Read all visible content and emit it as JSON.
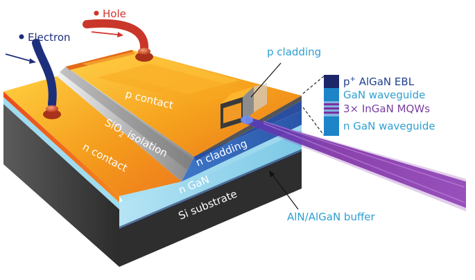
{
  "labels": {
    "hole": "Hole",
    "electron": "Electron",
    "p_cladding": "p cladding",
    "p_contact": "p contact",
    "sio2_main": "SiO",
    "sio2_sub": "2",
    "sio2_rest": " isolation",
    "n_contact": "n contact",
    "n_cladding": "n cladding",
    "n_gan": "n GaN",
    "si_substrate": "Si substrate",
    "buffer": "AlN/AlGaN buffer"
  },
  "legend": {
    "ebl_prefix": "p",
    "ebl_sup": "+",
    "ebl_rest": " AlGaN EBL",
    "waveguide": "GaN waveguide",
    "mqw": "3× InGaN MQWs",
    "n_waveguide": "n GaN waveguide"
  },
  "colors": {
    "hole": "#d3322c",
    "electron": "#1d2f7c",
    "contact_orange": "#f39a1c",
    "cladding_blue": "#2e62b8",
    "gan_light": "#8fd3ec",
    "substrate": "#3a3a3a",
    "beam": "#7b2fa0",
    "label_blue": "#2d9fd0"
  },
  "icons": [
    "electron-dot-icon",
    "hole-dot-icon",
    "current-arrow-icon"
  ]
}
